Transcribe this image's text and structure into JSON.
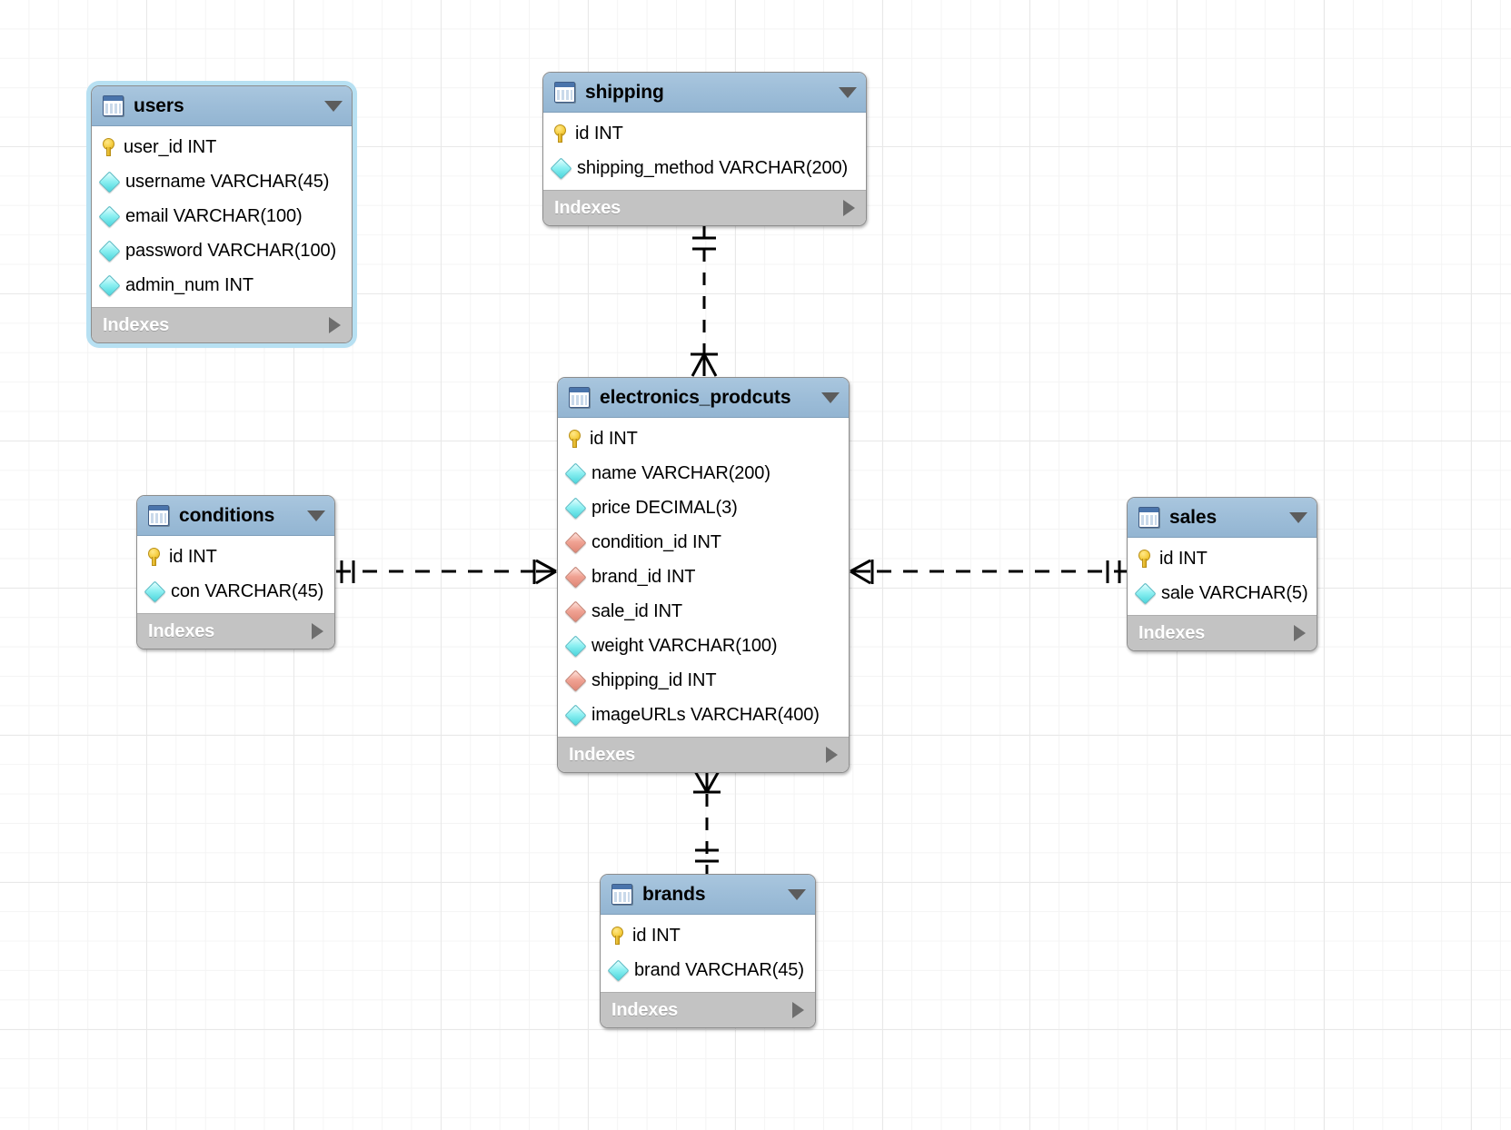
{
  "diagram": {
    "kind": "eer-diagram",
    "background": "#ffffff",
    "grid_color": "#e8e8e8",
    "header_color": "#9dbdd8",
    "indexes_bar_color": "#c3c3c3",
    "pk_icon": "key-icon",
    "column_icon": "diamond-icon",
    "fk_icon": "diamond-red-icon",
    "collapse_icon": "chevron-down-icon",
    "expand_icon": "chevron-right-icon"
  },
  "tables": [
    {
      "name": "users",
      "selected": true,
      "indexes_label": "Indexes",
      "columns": [
        {
          "label": "user_id INT",
          "icon": "key-icon"
        },
        {
          "label": "username VARCHAR(45)",
          "icon": "diamond-icon"
        },
        {
          "label": "email VARCHAR(100)",
          "icon": "diamond-icon"
        },
        {
          "label": "password VARCHAR(100)",
          "icon": "diamond-icon"
        },
        {
          "label": "admin_num INT",
          "icon": "diamond-icon"
        }
      ]
    },
    {
      "name": "shipping",
      "selected": false,
      "indexes_label": "Indexes",
      "columns": [
        {
          "label": "id INT",
          "icon": "key-icon"
        },
        {
          "label": "shipping_method VARCHAR(200)",
          "icon": "diamond-icon"
        }
      ]
    },
    {
      "name": "conditions",
      "selected": false,
      "indexes_label": "Indexes",
      "columns": [
        {
          "label": "id INT",
          "icon": "key-icon"
        },
        {
          "label": "con VARCHAR(45)",
          "icon": "diamond-icon"
        }
      ]
    },
    {
      "name": "electronics_prodcuts",
      "selected": false,
      "indexes_label": "Indexes",
      "columns": [
        {
          "label": "id INT",
          "icon": "key-icon"
        },
        {
          "label": "name VARCHAR(200)",
          "icon": "diamond-icon"
        },
        {
          "label": "price DECIMAL(3)",
          "icon": "diamond-icon"
        },
        {
          "label": "condition_id INT",
          "icon": "diamond-red-icon"
        },
        {
          "label": "brand_id INT",
          "icon": "diamond-red-icon"
        },
        {
          "label": "sale_id INT",
          "icon": "diamond-red-icon"
        },
        {
          "label": "weight VARCHAR(100)",
          "icon": "diamond-icon"
        },
        {
          "label": "shipping_id INT",
          "icon": "diamond-red-icon"
        },
        {
          "label": "imageURLs VARCHAR(400)",
          "icon": "diamond-icon"
        }
      ]
    },
    {
      "name": "sales",
      "selected": false,
      "indexes_label": "Indexes",
      "columns": [
        {
          "label": "id INT",
          "icon": "key-icon"
        },
        {
          "label": "sale VARCHAR(5)",
          "icon": "diamond-icon"
        }
      ]
    },
    {
      "name": "brands",
      "selected": false,
      "indexes_label": "Indexes",
      "columns": [
        {
          "label": "id INT",
          "icon": "key-icon"
        },
        {
          "label": "brand VARCHAR(45)",
          "icon": "diamond-icon"
        }
      ]
    }
  ],
  "relationships": [
    {
      "from": "shipping",
      "to": "electronics_prodcuts",
      "from_cardinality": "one",
      "to_cardinality": "many",
      "style": "dashed"
    },
    {
      "from": "conditions",
      "to": "electronics_prodcuts",
      "from_cardinality": "one",
      "to_cardinality": "many",
      "style": "dashed"
    },
    {
      "from": "electronics_prodcuts",
      "to": "sales",
      "from_cardinality": "many",
      "to_cardinality": "one",
      "style": "dashed"
    },
    {
      "from": "electronics_prodcuts",
      "to": "brands",
      "from_cardinality": "many",
      "to_cardinality": "one",
      "style": "dashed"
    }
  ]
}
